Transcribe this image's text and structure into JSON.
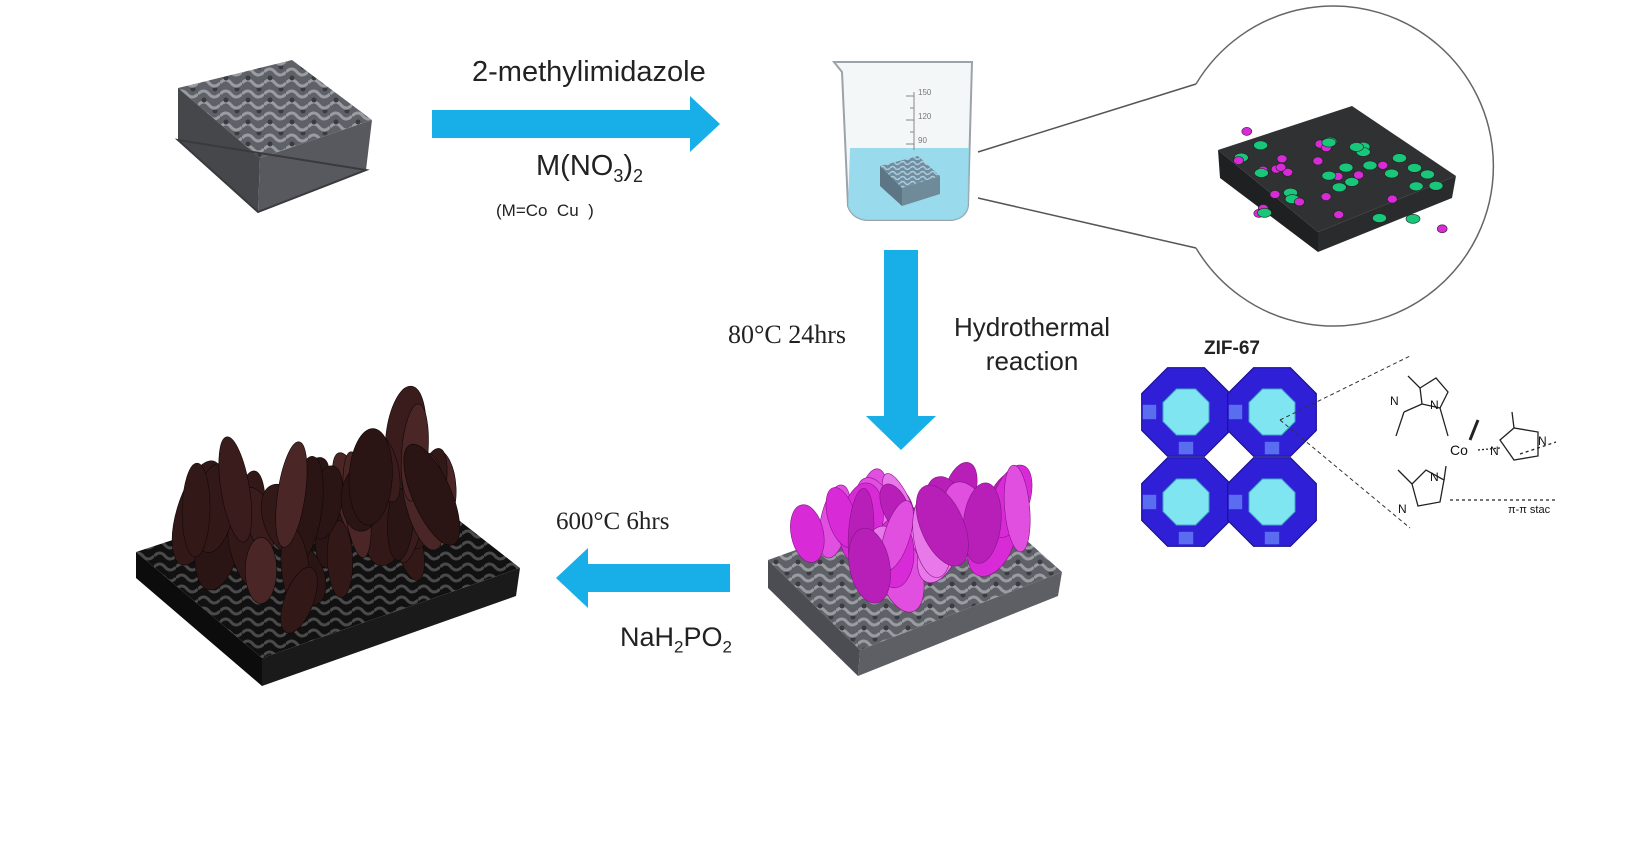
{
  "reagents": {
    "top_line1": "2-methylimidazole",
    "top_line2_main": "M(NO",
    "top_line2_sub": "3",
    "top_line2_close": ")",
    "top_line2_sub2": "2",
    "top_line3": "(M=Co  Cu  )"
  },
  "conditions": {
    "hydro_temp": "80°C 24hrs",
    "hydro_line1": "Hydrothermal",
    "hydro_line2": "reaction",
    "calc_temp": "600°C 6hrs",
    "phos_a": "NaH",
    "phos_sub1": "2",
    "phos_b": "PO",
    "phos_sub2": "2"
  },
  "beaker": {
    "tick1": "150",
    "tick2": "120",
    "tick3": "90"
  },
  "zif": {
    "title": "ZIF-67",
    "co": "Co",
    "n1": "N",
    "n2": "N",
    "n3": "N",
    "n4": "N",
    "n5": "N",
    "n6": "N",
    "stacking": "π-π stac"
  },
  "colors": {
    "arrow": "#18aee8",
    "foam": "#6d7076",
    "pink": "#d92ad8",
    "green": "#18c77a",
    "dark_leaf": "#3a1c1c",
    "zif_dark": "#2f1fd6",
    "zif_light": "#7fe5f0",
    "water": "#8fd7ea"
  }
}
